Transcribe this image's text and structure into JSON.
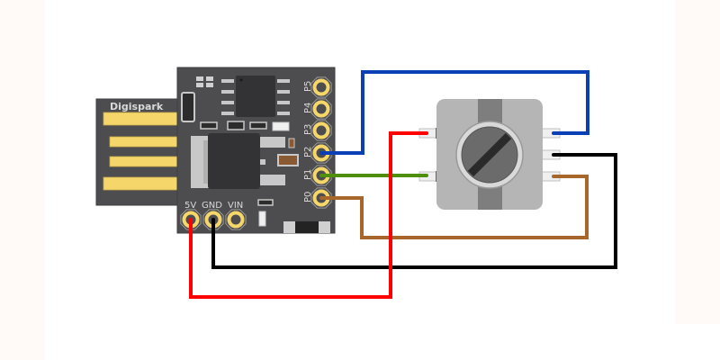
{
  "board": {
    "name": "Digispark",
    "usb_label": "Digispark",
    "header_pins": [
      "P5",
      "P4",
      "P3",
      "P2",
      "P1",
      "P0"
    ],
    "power_pins": [
      "5V",
      "GND",
      "VIN"
    ]
  },
  "component": {
    "name": "rotary-potentiometer",
    "left_pins": 2,
    "right_pins": 3
  },
  "wires": [
    {
      "name": "blue-wire",
      "from": "P2",
      "to": "pot-right-pin-1",
      "color": "#0a3fb5"
    },
    {
      "name": "green-wire",
      "from": "P1",
      "to": "pot-left-pin-2",
      "color": "#4f8f0c"
    },
    {
      "name": "brown-wire",
      "from": "P0",
      "to": "pot-right-pin-3",
      "color": "#a8672a"
    },
    {
      "name": "red-wire",
      "from": "5V",
      "to": "pot-left-pin-1",
      "color": "#ff0000"
    },
    {
      "name": "black-wire",
      "from": "GND",
      "to": "pot-right-pin-2",
      "color": "#000000"
    }
  ],
  "colors": {
    "pcb": "#4d4d4f",
    "gold": "#f5d66b",
    "pot_body": "#b5b5b5"
  }
}
